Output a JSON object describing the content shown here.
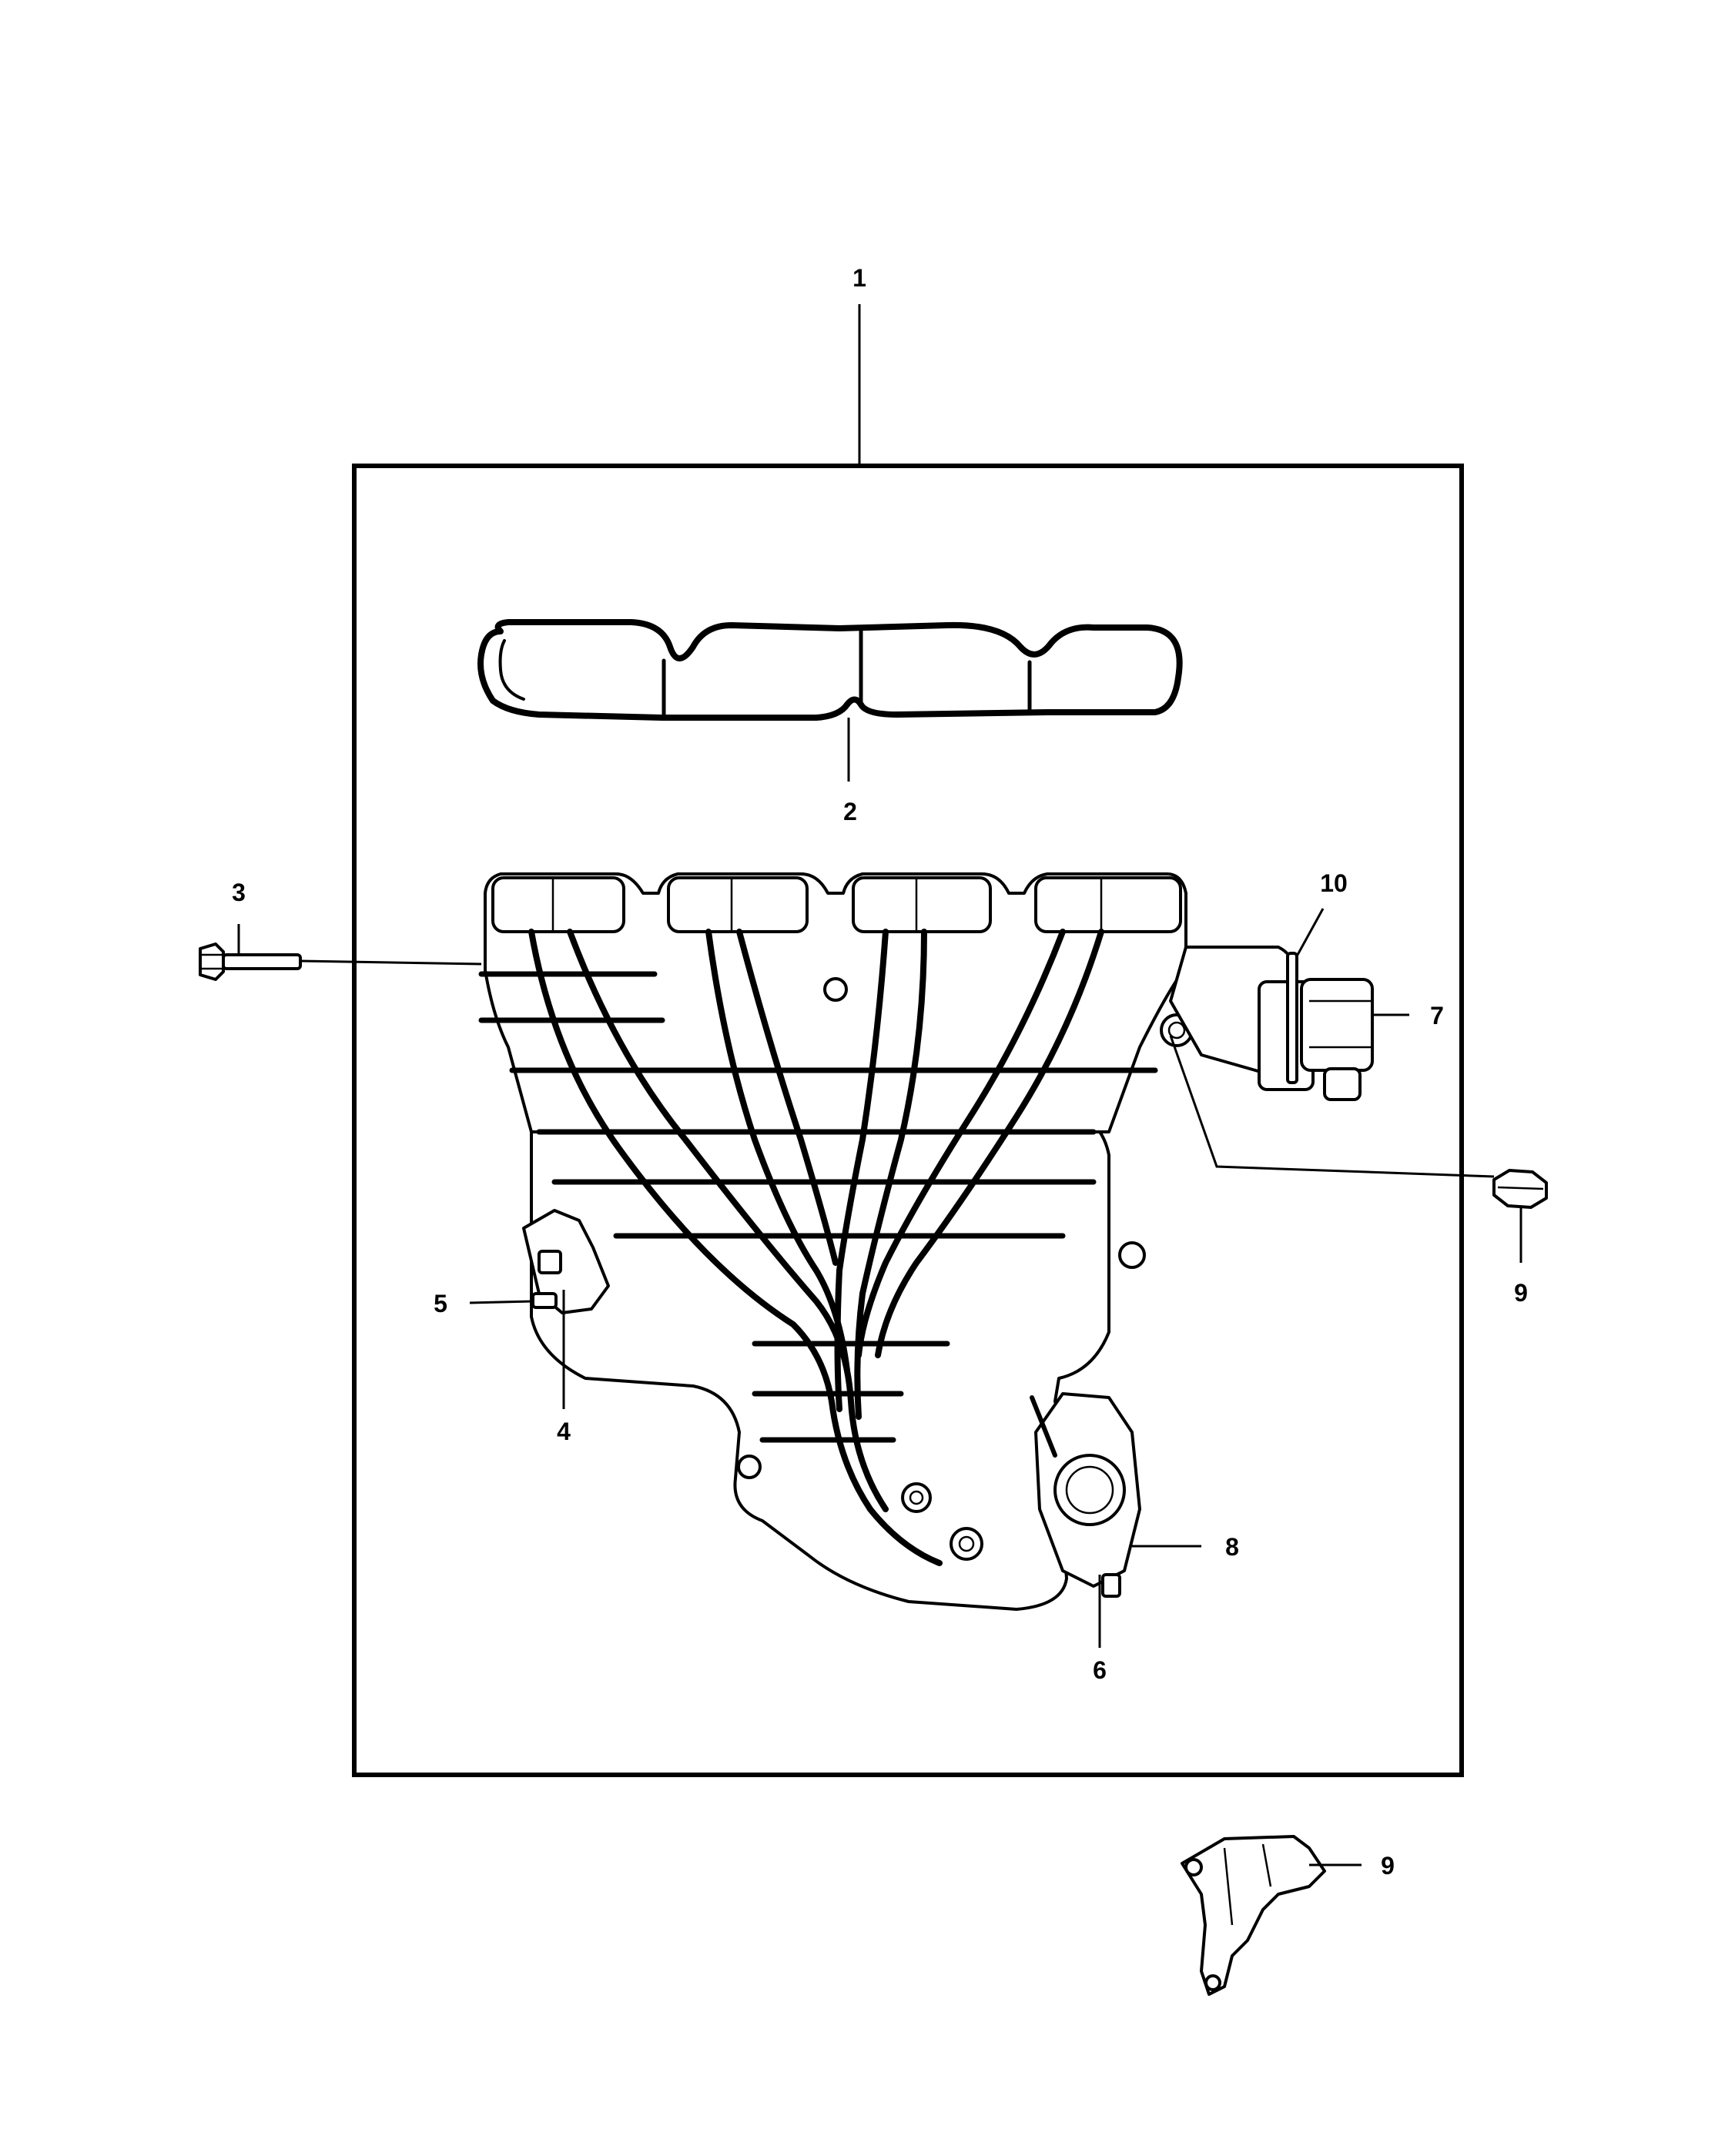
{
  "callouts": [
    {
      "id": "c1",
      "label": "1"
    },
    {
      "id": "c2",
      "label": "2"
    },
    {
      "id": "c3",
      "label": "3"
    },
    {
      "id": "c4",
      "label": "4"
    },
    {
      "id": "c5",
      "label": "5"
    },
    {
      "id": "c6",
      "label": "6"
    },
    {
      "id": "c7",
      "label": "7"
    },
    {
      "id": "c8",
      "label": "8"
    },
    {
      "id": "c9a",
      "label": "9"
    },
    {
      "id": "c9b",
      "label": "9"
    },
    {
      "id": "c10",
      "label": "10"
    }
  ]
}
